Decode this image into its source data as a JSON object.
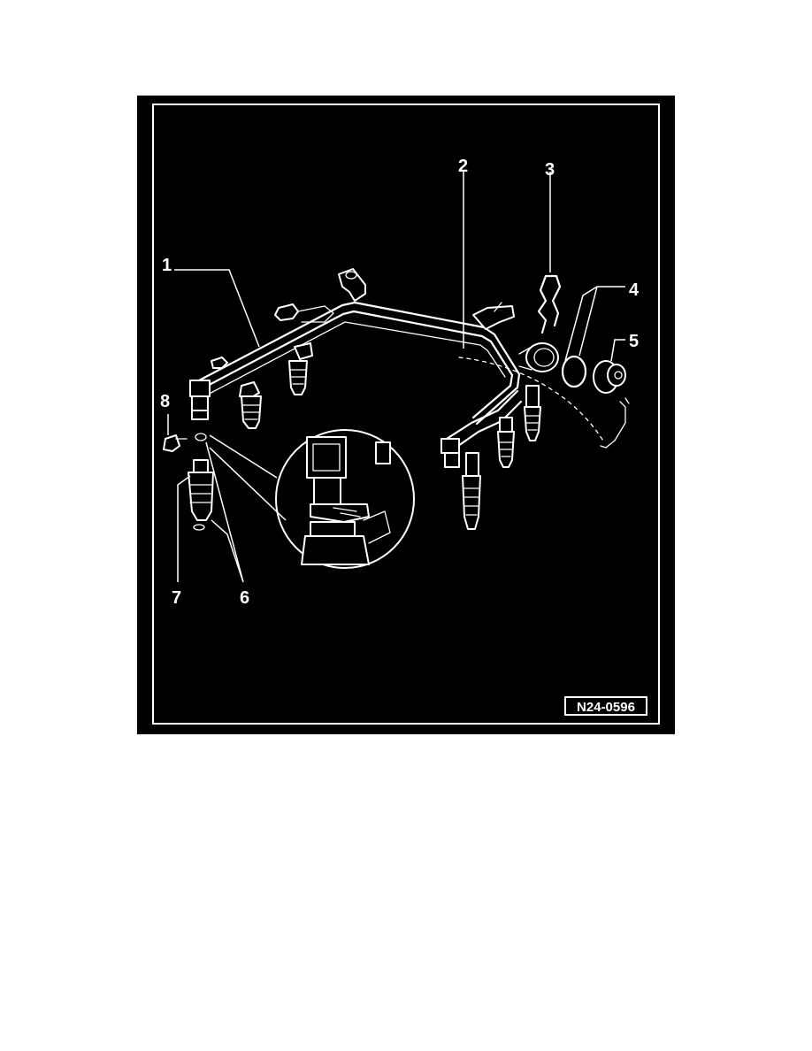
{
  "figure": {
    "callouts": [
      {
        "id": "1",
        "label": "1"
      },
      {
        "id": "2",
        "label": "2"
      },
      {
        "id": "3",
        "label": "3"
      },
      {
        "id": "4",
        "label": "4"
      },
      {
        "id": "5",
        "label": "5"
      },
      {
        "id": "6",
        "label": "6"
      },
      {
        "id": "7",
        "label": "7"
      },
      {
        "id": "8",
        "label": "8"
      }
    ],
    "reference_code": "N24-0596",
    "colors": {
      "background": "#000000",
      "linework": "#ffffff",
      "page": "#ffffff"
    }
  }
}
